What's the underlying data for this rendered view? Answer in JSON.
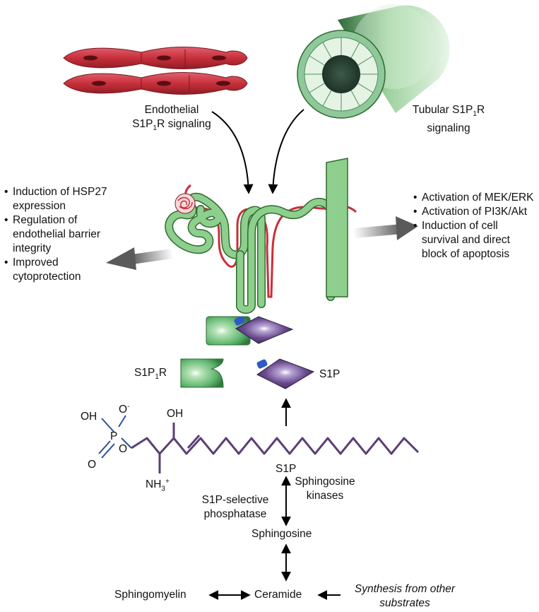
{
  "labels": {
    "endothelial_line1": "Endothelial",
    "endothelial_line2_pre": "S1P",
    "endothelial_line2_sub": "1",
    "endothelial_line2_post": "R signaling",
    "tubular_line1_pre": "Tubular S1P",
    "tubular_line1_sub": "1",
    "tubular_line1_post": "R",
    "tubular_line2": "signaling",
    "receptor_pre": "S1P",
    "receptor_sub": "1",
    "receptor_post": "R",
    "s1p_ligand": "S1P",
    "s1p_pathway": "S1P",
    "sphingosine_kinases_1": "Sphingosine",
    "sphingosine_kinases_2": "kinases",
    "phosphatase_1": "S1P-selective",
    "phosphatase_2": "phosphatase",
    "sphingosine": "Sphingosine",
    "sphingomyelin": "Sphingomyelin",
    "ceramide": "Ceramide",
    "synthesis_1": "Synthesis from other",
    "synthesis_2": "substrates"
  },
  "left_effects": [
    "Induction of HSP27 expression",
    "Regulation of endothelial barrier integrity",
    "Improved cytoprotection"
  ],
  "right_effects": [
    "Activation of MEK/ERK",
    "Activation of PI3K/Akt",
    "Induction of cell survival and direct block of apoptosis"
  ],
  "molecule": {
    "oh_phosphate": "OH",
    "o_minus": "O",
    "o_minus_charge": "-",
    "p": "P",
    "o_double": "O",
    "o_link": "O",
    "oh_top": "OH",
    "nh3": "NH",
    "nh3_sub": "3",
    "nh3_charge": "+"
  },
  "colors": {
    "endothelial_red": "#c8303a",
    "tubule_green": "#8ecf8e",
    "tubule_outline": "#2e6b2e",
    "s1p_purple": "#5a3f78",
    "phosphate_blue": "#2e4f9a",
    "arrow_gray": "#6a6a6a"
  }
}
